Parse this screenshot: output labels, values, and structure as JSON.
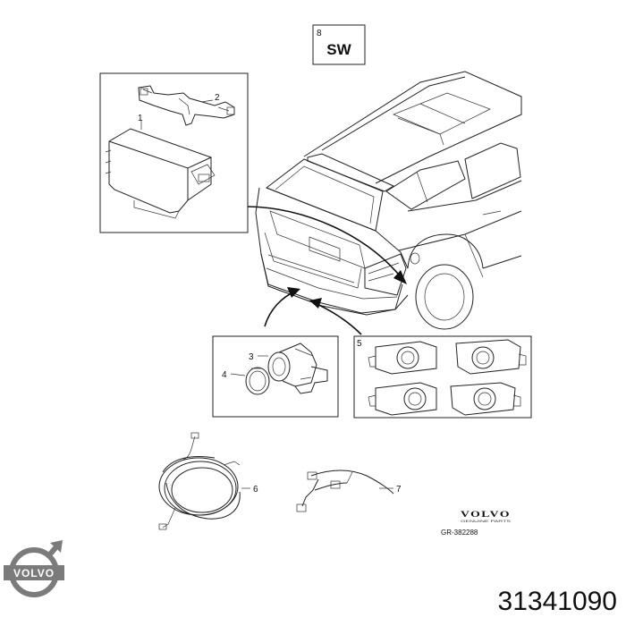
{
  "callouts": {
    "c1": "1",
    "c2": "2",
    "c3": "3",
    "c4": "4",
    "c5": "5",
    "c6": "6",
    "c7": "7",
    "c8": "8"
  },
  "sw_label": "SW",
  "brand_small": "VOLVO",
  "brand_small_sub": "GENUINE PARTS",
  "drawing_ref": "GR-382288",
  "logo_text": "VOLVO",
  "part_number": "31341090",
  "colors": {
    "line": "#222222",
    "logo": "#777777",
    "background": "#ffffff"
  }
}
